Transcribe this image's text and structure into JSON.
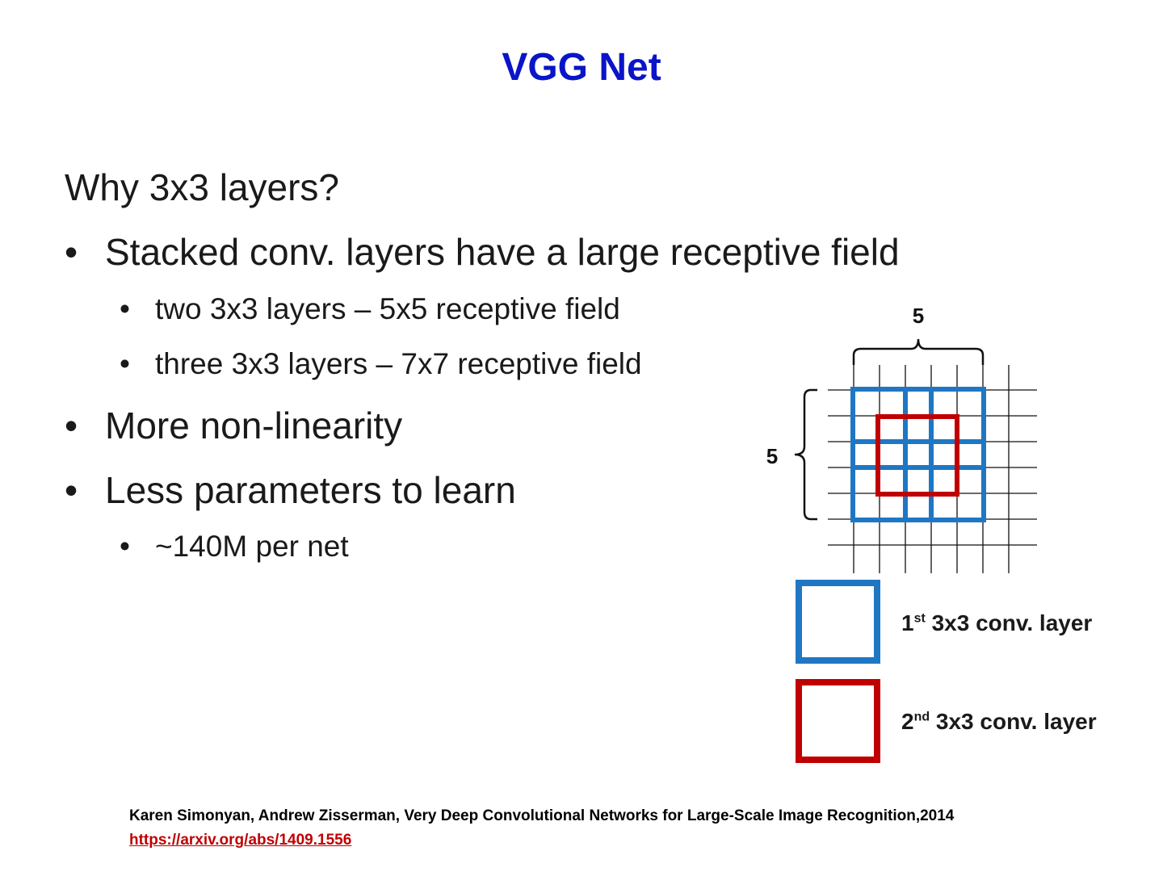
{
  "slide": {
    "title": "VGG Net",
    "heading": "Why 3x3 layers?",
    "bullets": [
      {
        "text": "Stacked conv. layers have a large receptive field"
      },
      {
        "text": "two 3x3 layers – 5x5 receptive field"
      },
      {
        "text": "three 3x3 layers – 7x7 receptive field"
      },
      {
        "text": "More non-linearity"
      },
      {
        "text": "Less parameters to learn"
      },
      {
        "text": "~140M per net"
      }
    ],
    "bullet_char": "•"
  },
  "diagram": {
    "top_brace_label": "5",
    "left_brace_label": "5",
    "legend": [
      {
        "ordinal": "1",
        "suffix": "st",
        "text": " 3x3 conv. layer",
        "color": "#1f77c4"
      },
      {
        "ordinal": "2",
        "suffix": "nd",
        "text": " 3x3 conv. layer",
        "color": "#c00000"
      }
    ]
  },
  "reference": {
    "citation": "Karen Simonyan, Andrew Zisserman, Very Deep Convolutional Networks for Large-Scale Image Recognition,2014",
    "link": "https://arxiv.org/abs/1409.1556"
  }
}
